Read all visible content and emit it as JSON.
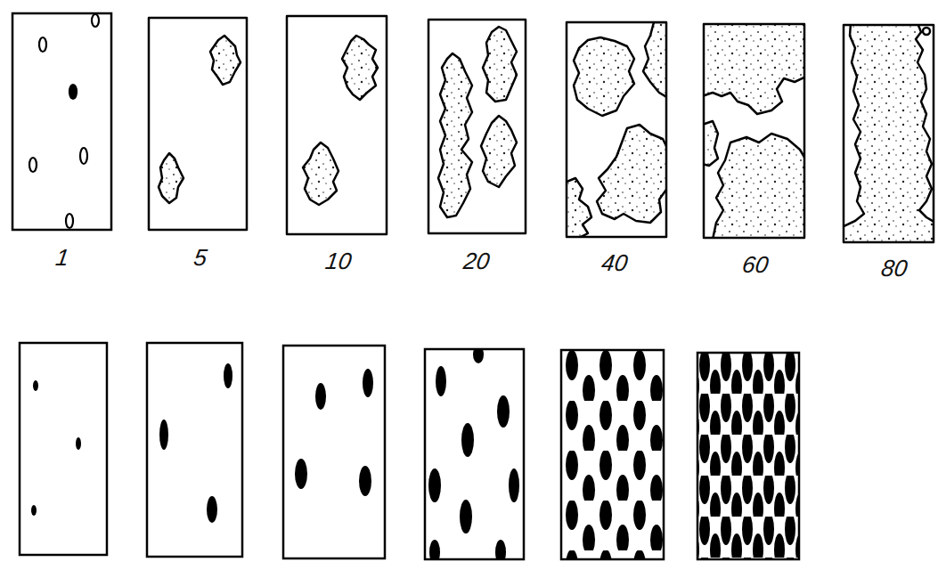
{
  "diagram": {
    "labels": [
      "1",
      "5",
      "10",
      "20",
      "40",
      "60",
      "80"
    ]
  }
}
